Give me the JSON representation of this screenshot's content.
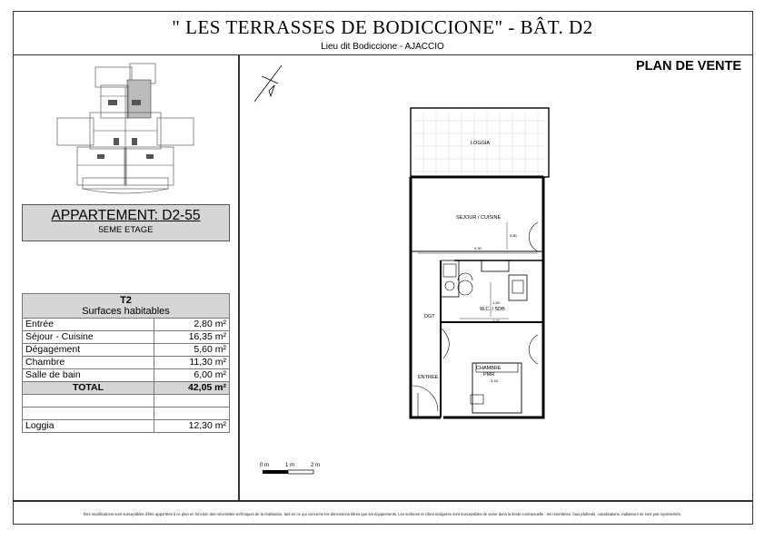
{
  "header": {
    "title": "\" LES TERRASSES DE BODICCIONE\"  - BÂT.  D2",
    "subtitle": "Lieu dit Bodiccione - AJACCIO",
    "plan_label": "PLAN DE VENTE"
  },
  "apartment": {
    "name": "APPARTEMENT: D2-55",
    "floor": "5EME ETAGE"
  },
  "surfaces": {
    "type": "T2",
    "heading": "Surfaces habitables",
    "rows": [
      {
        "label": "Entrée",
        "value": "2,80 m²"
      },
      {
        "label": "Séjour - Cuisine",
        "value": "16,35 m²"
      },
      {
        "label": "Dégagement",
        "value": "5,60 m²"
      },
      {
        "label": "Chambre",
        "value": "11,30 m²"
      },
      {
        "label": "Salle de bain",
        "value": "6,00 m²"
      }
    ],
    "total_label": "TOTAL",
    "total_value": "42,05 m²",
    "loggia_label": "Loggia",
    "loggia_value": "12,30 m²"
  },
  "plan": {
    "rooms": {
      "loggia": "LOGGIA",
      "sejour": "SEJOUR / CUISINE",
      "wc": "W.C. / SDB",
      "dgt": "DGT",
      "chambre": "CHAMBRE",
      "pmr": "PMR",
      "entree": "ENTREE"
    },
    "dims": {
      "sejour_w": "4.30",
      "sejour_h": "3.80",
      "wc_w": "2.33",
      "wc_h": "1.83",
      "chambre": "3.18"
    }
  },
  "scale": {
    "labels": [
      "0 m",
      "1 m",
      "2 m"
    ]
  },
  "footer": "Des modifications sont susceptibles d'être apportées à ce plan en fonction des nécessités techniques de la réalisation, tant en ce qui concerne les dimensions libres que les équipements. Les surfaces et côtes indiquées sont susceptibles de varier dans la limite contractuelle ; les retombées, faux plafonds, canalisations, radiateurs ne sont pas représentés."
}
